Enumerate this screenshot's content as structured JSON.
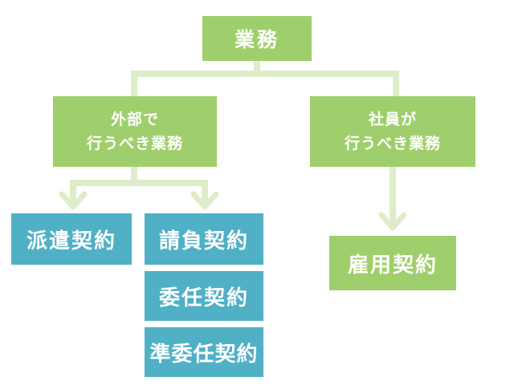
{
  "diagram": {
    "root": {
      "label": "業務"
    },
    "outsource": {
      "line1": "外部で",
      "line2": "行うべき業務"
    },
    "employee": {
      "line1": "社員が",
      "line2": "行うべき業務"
    },
    "contracts": {
      "haken": "派遣契約",
      "ukeoi": "請負契約",
      "inin": "委任契約",
      "jun_inin": "準委任契約",
      "koyo": "雇用契約"
    }
  },
  "colors": {
    "green": "#9fcf6c",
    "teal": "#4fb0c6",
    "connector": "#deedc9"
  }
}
